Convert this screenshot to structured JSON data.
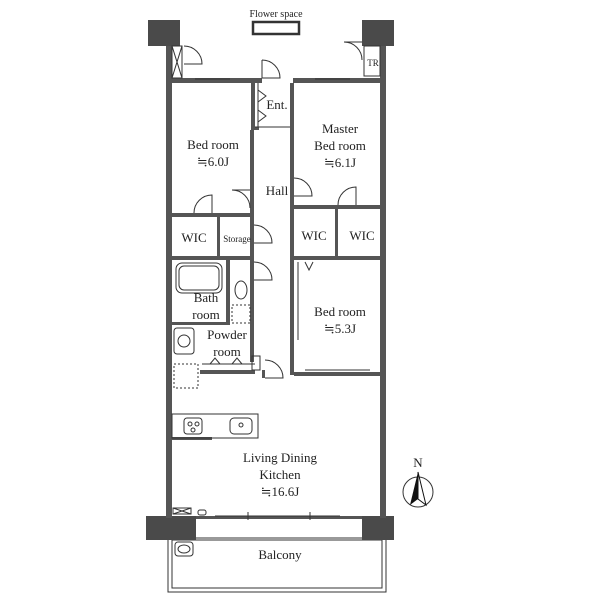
{
  "title": "Floor plan",
  "rooms": {
    "flower_space": "Flower space",
    "tr": "TR",
    "entrance": "Ent.",
    "bedroom1": {
      "name": "Bed room",
      "size": "≒6.0J"
    },
    "master": {
      "name1": "Master",
      "name2": "Bed room",
      "size": "≒6.1J"
    },
    "hall": "Hall",
    "wic1": "WIC",
    "storage": "Storage",
    "wic2": "WIC",
    "wic3": "WIC",
    "bath": {
      "line1": "Bath",
      "line2": "room"
    },
    "powder": {
      "line1": "Powder",
      "line2": "room"
    },
    "bedroom2": {
      "name": "Bed room",
      "size": "≒5.3J"
    },
    "ldk": {
      "line1": "Living Dining",
      "line2": "Kitchen",
      "size": "≒16.6J"
    },
    "balcony": "Balcony"
  },
  "compass": {
    "label": "N"
  },
  "colors": {
    "wall": "#555555",
    "pillar": "#4a4a4a",
    "line": "#333333"
  }
}
